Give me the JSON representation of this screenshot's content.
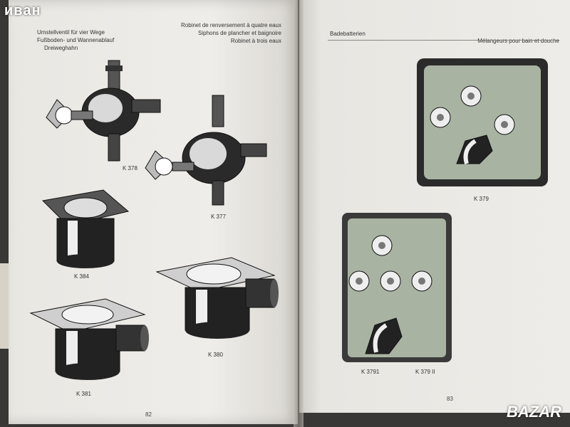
{
  "watermark_top": "иван",
  "watermark_bottom": "BAZAR",
  "left_page": {
    "header_de": [
      "Umstellventil für vier Wege",
      "Fußboden- und Wannenablauf",
      "Dreiweghahn"
    ],
    "header_fr": [
      "Robinet de renversement à quatre eaux",
      "Siphons de plancher et baignoire",
      "Robinet à trois eaux"
    ],
    "labels": [
      "K 378",
      "K 377",
      "K 384",
      "K 380",
      "K 381"
    ],
    "page_number": "82"
  },
  "right_page": {
    "header_de": "Badebatterien",
    "header_fr": "Mélangeurs pour bain et douche",
    "labels": [
      "K 379",
      "K 3791",
      "K 379 II"
    ],
    "page_number": "83"
  },
  "colors": {
    "paper": "#efede9",
    "panel_green": "#a9b3a2",
    "chrome_dark": "#1c1c1c"
  }
}
